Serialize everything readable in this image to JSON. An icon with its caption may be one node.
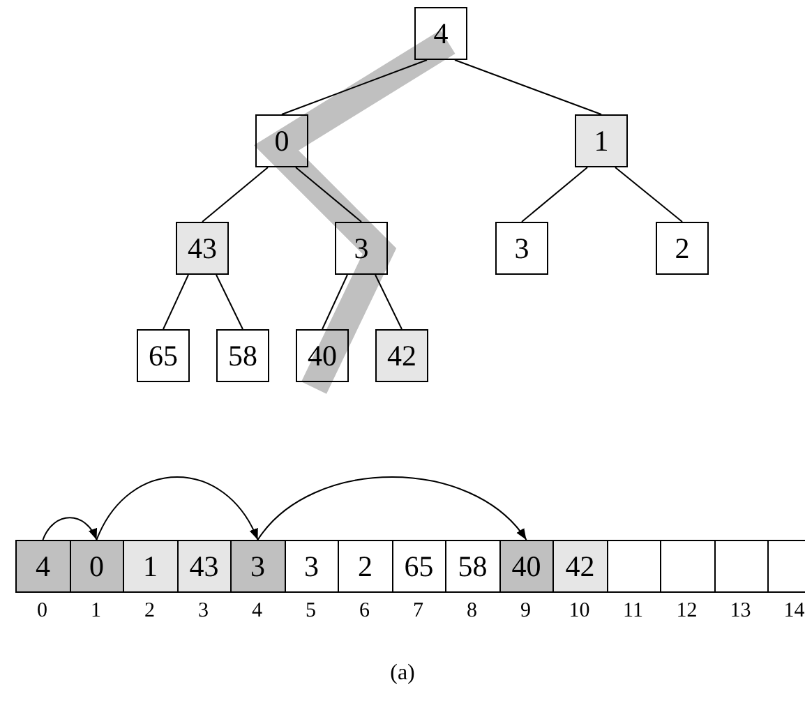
{
  "diagram": {
    "caption": "(a)",
    "nodes": [
      {
        "text": [
          "4"
        ]
      },
      {
        "text": [
          "0"
        ]
      },
      {
        "text": [
          "1"
        ]
      },
      {
        "text": [
          "43"
        ]
      },
      {
        "text": [
          "3"
        ]
      },
      {
        "text": [
          "3"
        ]
      },
      {
        "text": [
          "2"
        ]
      },
      {
        "text": [
          "65"
        ]
      },
      {
        "text": [
          "58"
        ]
      },
      {
        "text": [
          "40"
        ]
      },
      {
        "text": [
          "42"
        ]
      },
      {
        "text": [
          "4"
        ]
      },
      {
        "text": [
          "0"
        ]
      },
      {
        "text": [
          "1"
        ]
      },
      {
        "text": [
          "43"
        ]
      },
      {
        "text": [
          "3"
        ]
      },
      {
        "text": [
          "3"
        ]
      },
      {
        "text": [
          "2"
        ]
      },
      {
        "text": [
          "65"
        ]
      },
      {
        "text": [
          "58"
        ]
      },
      {
        "text": [
          "40"
        ]
      },
      {
        "text": [
          "42"
        ]
      },
      {
        "text": [],
        "shape": "box"
      },
      {
        "text": [],
        "shape": "box"
      },
      {
        "text": [],
        "shape": "box"
      },
      {
        "text": [],
        "shape": "box"
      }
    ],
    "edges": [
      {
        "from": 0,
        "to": 1,
        "arrow": "none"
      },
      {
        "from": 0,
        "to": 2,
        "arrow": "none"
      },
      {
        "from": 1,
        "to": 3,
        "arrow": "none"
      },
      {
        "from": 1,
        "to": 4,
        "arrow": "none"
      },
      {
        "from": 2,
        "to": 5,
        "arrow": "none"
      },
      {
        "from": 2,
        "to": 6,
        "arrow": "none"
      },
      {
        "from": 3,
        "to": 7,
        "arrow": "none"
      },
      {
        "from": 3,
        "to": 8,
        "arrow": "none"
      },
      {
        "from": 4,
        "to": 9,
        "arrow": "none"
      },
      {
        "from": 4,
        "to": 10,
        "arrow": "none"
      },
      {
        "from": 11,
        "to": 12,
        "arrow": "to"
      },
      {
        "from": 12,
        "to": 15,
        "arrow": "to"
      },
      {
        "from": 15,
        "to": 20,
        "arrow": "to"
      }
    ],
    "labels": [
      "0",
      "1",
      "2",
      "3",
      "4",
      "5",
      "6",
      "7",
      "8",
      "9",
      "10",
      "11",
      "12",
      "13",
      "14"
    ]
  }
}
